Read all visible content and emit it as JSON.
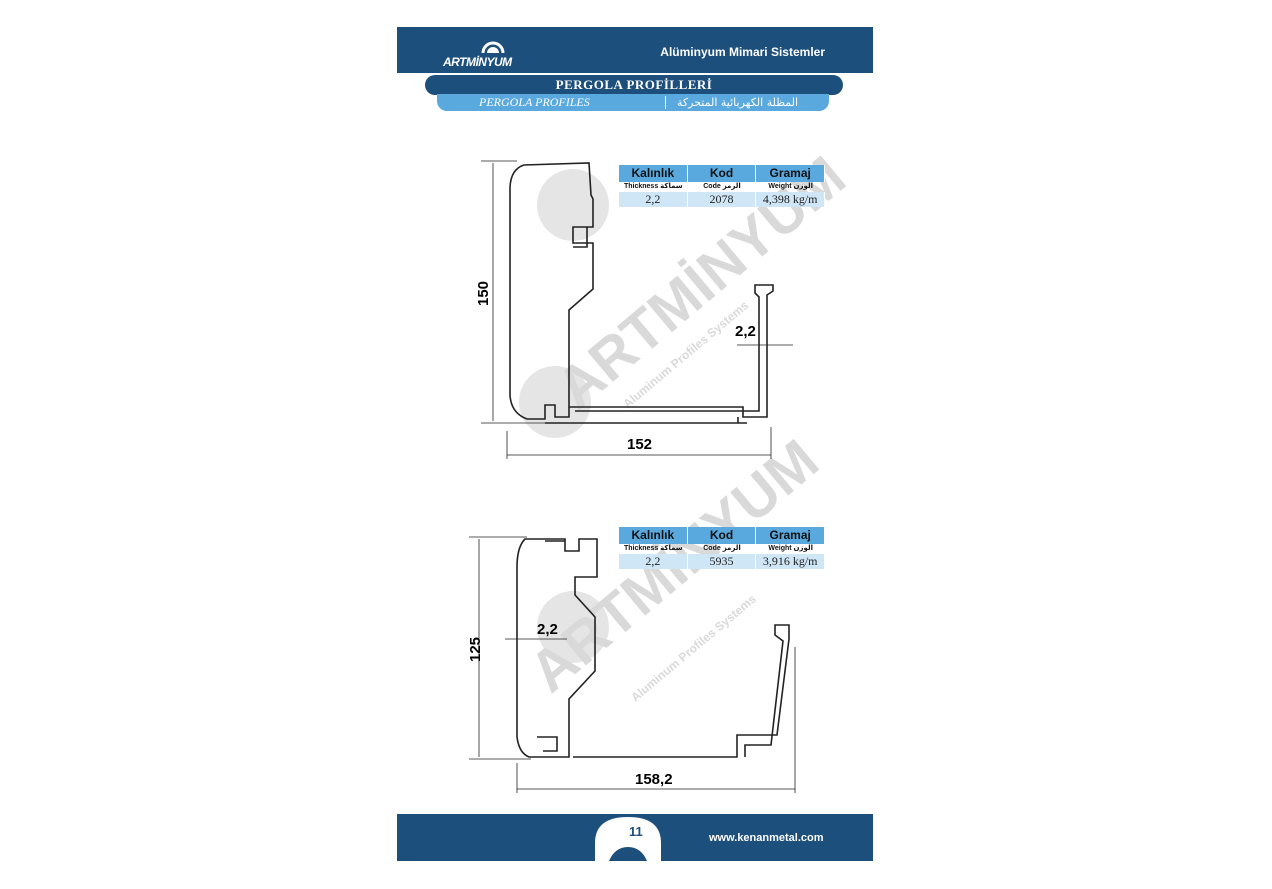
{
  "header": {
    "brand": "ARTMİNYUM",
    "title": "Alüminyum Mimari Sistemler"
  },
  "section": {
    "title_tr": "PERGOLA PROFİLLERİ",
    "title_en": "PERGOLA PROFILES",
    "title_ar": "المظلة الكهربائية المتحركة"
  },
  "table_headers": {
    "thickness": "Kalınlık",
    "code": "Kod",
    "weight": "Gramaj",
    "thickness_sub": "Thickness سماكة",
    "code_sub": "Code الرمز",
    "weight_sub": "Weight الوزن"
  },
  "profiles": [
    {
      "thickness": "2,2",
      "code": "2078",
      "weight": "4,398 kg/m",
      "dim_height": "150",
      "dim_width": "152",
      "dim_wall": "2,2"
    },
    {
      "thickness": "2,2",
      "code": "5935",
      "weight": "3,916 kg/m",
      "dim_height": "125",
      "dim_width": "158,2",
      "dim_wall": "2,2"
    }
  ],
  "watermark": {
    "brand": "ARTMİNYUM",
    "tagline": "Aluminum Profiles Systems"
  },
  "footer": {
    "page_number": "11",
    "website": "www.kenanmetal.com"
  },
  "colors": {
    "navy": "#1c4f7c",
    "sky": "#5aa9de",
    "table_row": "#cfe6f6"
  }
}
